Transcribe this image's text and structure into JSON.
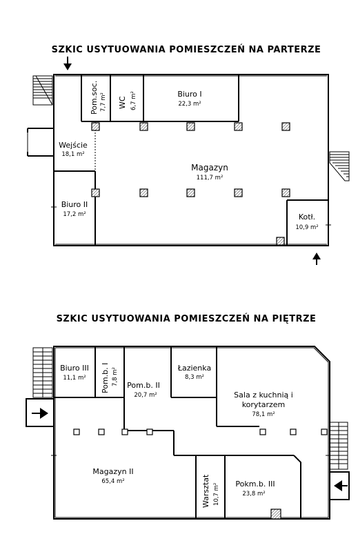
{
  "ground_floor": {
    "title": "SZKIC USYTUOWANIA POMIESZCZEŃ NA PARTERZE",
    "rooms": {
      "pom_soc": {
        "name": "Pom.soc.",
        "area": "7,7 m²"
      },
      "wc": {
        "name": "WC",
        "area": "6,7 m²"
      },
      "biuro_1": {
        "name": "Biuro I",
        "area": "22,3 m²"
      },
      "wejscie": {
        "name": "Wejście",
        "area": "18,1 m²"
      },
      "magazyn": {
        "name": "Magazyn",
        "area": "111,7 m²"
      },
      "biuro_2": {
        "name": "Biuro II",
        "area": "17,2 m²"
      },
      "kotl": {
        "name": "Kotł.",
        "area": "10,9 m²"
      }
    }
  },
  "first_floor": {
    "title": "SZKIC USYTUOWANIA POMIESZCZEŃ NA PIĘTRZE",
    "rooms": {
      "biuro_3": {
        "name": "Biuro III",
        "area": "11,1 m²"
      },
      "pom_b_1": {
        "name": "Pom.b. I",
        "area": "7,8 m²"
      },
      "pom_b_2": {
        "name": "Pom.b. II",
        "area": "20,7 m²"
      },
      "lazienka": {
        "name": "Łazienka",
        "area": "8,3 m²"
      },
      "sala": {
        "name_line1": "Sala z kuchnią i",
        "name_line2": "korytarzem",
        "area": "78,1 m²"
      },
      "magazyn_2": {
        "name": "Magazyn II",
        "area": "65,4 m²"
      },
      "warsztat": {
        "name": "Warsztat",
        "area": "10,7 m²"
      },
      "pokmb_3": {
        "name": "Pokm.b. III",
        "area": "23,8 m²"
      }
    }
  }
}
